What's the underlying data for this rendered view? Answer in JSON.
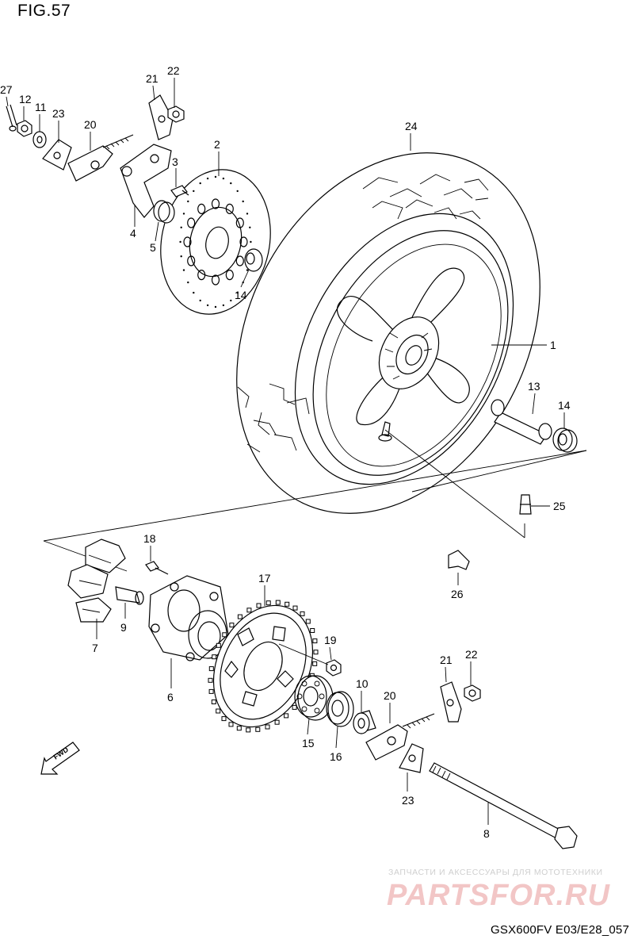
{
  "figure": {
    "title": "FIG.57",
    "code": "GSX600FV E03/E28_057"
  },
  "fwd_label": "FWD",
  "watermark": {
    "subtitle": "ЗАПЧАСТИ И АКСЕССУАРЫ ДЛЯ МОТОТЕХНИКИ",
    "brand": "PARTSFOR.RU"
  },
  "callouts": [
    {
      "id": "27-top",
      "label": "27"
    },
    {
      "id": "12-top",
      "label": "12"
    },
    {
      "id": "11-top",
      "label": "11"
    },
    {
      "id": "23-top",
      "label": "23"
    },
    {
      "id": "20-top",
      "label": "20"
    },
    {
      "id": "21-top",
      "label": "21"
    },
    {
      "id": "22-top",
      "label": "22"
    },
    {
      "id": "3",
      "label": "3"
    },
    {
      "id": "2",
      "label": "2"
    },
    {
      "id": "4",
      "label": "4"
    },
    {
      "id": "5",
      "label": "5"
    },
    {
      "id": "14-disc",
      "label": "14"
    },
    {
      "id": "24",
      "label": "24"
    },
    {
      "id": "1",
      "label": "1"
    },
    {
      "id": "13",
      "label": "13"
    },
    {
      "id": "14-right",
      "label": "14"
    },
    {
      "id": "25",
      "label": "25"
    },
    {
      "id": "18",
      "label": "18"
    },
    {
      "id": "17",
      "label": "17"
    },
    {
      "id": "26",
      "label": "26"
    },
    {
      "id": "7",
      "label": "7"
    },
    {
      "id": "9",
      "label": "9"
    },
    {
      "id": "6",
      "label": "6"
    },
    {
      "id": "19",
      "label": "19"
    },
    {
      "id": "21-bottom",
      "label": "21"
    },
    {
      "id": "22-bottom",
      "label": "22"
    },
    {
      "id": "10",
      "label": "10"
    },
    {
      "id": "20-bottom",
      "label": "20"
    },
    {
      "id": "15",
      "label": "15"
    },
    {
      "id": "16",
      "label": "16"
    },
    {
      "id": "23-bottom",
      "label": "23"
    },
    {
      "id": "8",
      "label": "8"
    }
  ]
}
